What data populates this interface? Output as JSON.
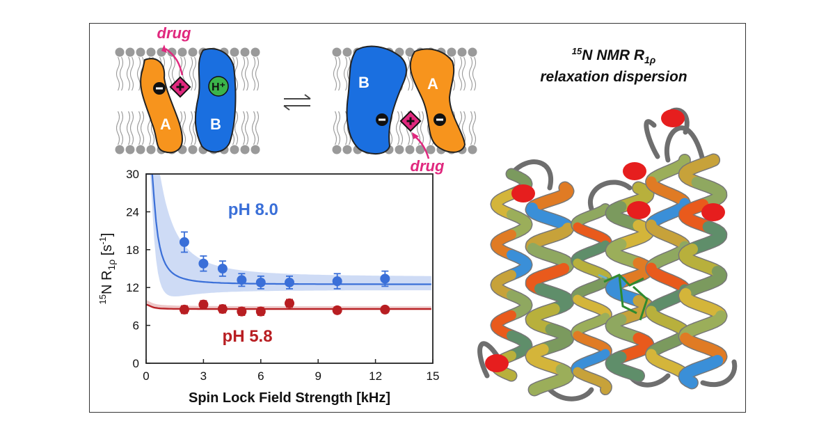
{
  "title": {
    "line1_sup": "15",
    "line1_main": "N NMR R",
    "line1_sub": "1ρ",
    "line2": "relaxation dispersion"
  },
  "cartoon": {
    "left": {
      "drug_label": "drug",
      "subunit_a": "A",
      "subunit_b": "B",
      "proton": "H⁺",
      "minus": "−",
      "plus": "+"
    },
    "right": {
      "drug_label": "drug",
      "subunit_a": "A",
      "subunit_b": "B",
      "minus": "−",
      "plus": "+"
    },
    "equilibrium_symbol": "⇌"
  },
  "colors": {
    "subunit_a": "#F7941D",
    "subunit_b": "#1A6FE0",
    "drug": "#E0287E",
    "proton_ball": "#3BB44A",
    "series_ph80": "#3A6FD8",
    "series_ph58": "#B81E22",
    "membrane": "#999999"
  },
  "chart_data": {
    "type": "scatter",
    "xlabel": "Spin Lock Field Strength [kHz]",
    "ylabel_sup": "15",
    "ylabel_main": "N R",
    "ylabel_sub": "1ρ",
    "ylabel_unit": " [s",
    "ylabel_unit_sup": "-1",
    "ylabel_unit_end": "]",
    "xlim": [
      0,
      15
    ],
    "ylim": [
      0,
      30
    ],
    "xticks": [
      "0",
      "3",
      "6",
      "9",
      "12",
      "15"
    ],
    "yticks": [
      "0",
      "6",
      "12",
      "18",
      "24",
      "30"
    ],
    "grid": false,
    "series": [
      {
        "name": "pH 8.0",
        "x": [
          2,
          3,
          4,
          5,
          6,
          7.5,
          10,
          12.5
        ],
        "y": [
          19.2,
          15.8,
          15.0,
          13.2,
          12.8,
          12.8,
          13.0,
          13.4
        ],
        "err": [
          1.6,
          1.2,
          1.2,
          1.0,
          1.0,
          1.0,
          1.2,
          1.2
        ],
        "fit": {
          "r0": 12.5,
          "a": 40,
          "b": 0.3
        }
      },
      {
        "name": "pH 5.8",
        "x": [
          2,
          3,
          4,
          5,
          6,
          7.5,
          10,
          12.5
        ],
        "y": [
          8.5,
          9.3,
          8.6,
          8.2,
          8.2,
          9.5,
          8.4,
          8.5
        ],
        "err": [
          0.6,
          0.6,
          0.6,
          0.6,
          0.6,
          0.6,
          0.5,
          0.5
        ],
        "fit": {
          "r0": 8.6,
          "a": 0.7,
          "b": 0.3
        }
      }
    ]
  }
}
